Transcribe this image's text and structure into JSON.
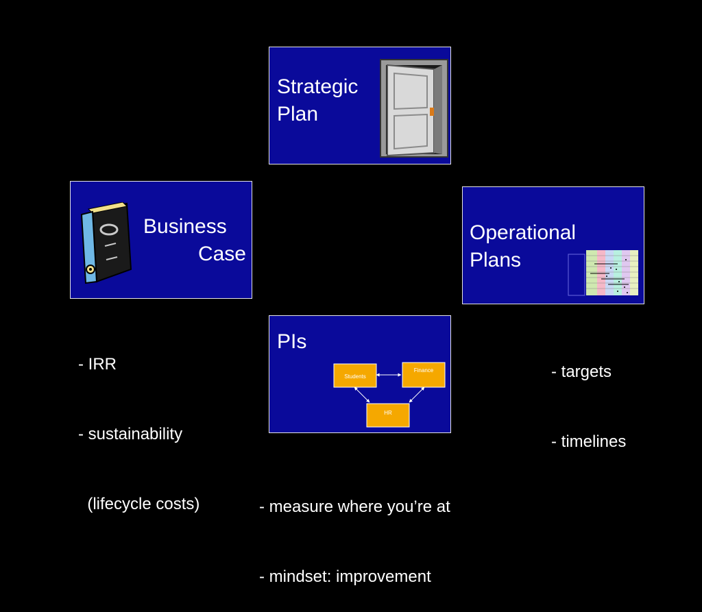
{
  "slide": {
    "background": "#000000",
    "box_fill": "#0a0a9a",
    "box_border": "#e6e6e6"
  },
  "strategic": {
    "title_line1": "Strategic",
    "title_line2": "Plan",
    "icon": "door-icon"
  },
  "business": {
    "title_line1": "Business",
    "title_line2": "Case",
    "icon": "binder-icon"
  },
  "operational": {
    "title_line1": "Operational",
    "title_line2": "Plans",
    "icon": "gantt-chart-icon"
  },
  "pis": {
    "title": "PIs",
    "diagram": {
      "node_students": "Students",
      "node_finance": "Finance",
      "node_hr": "HR",
      "node_color": "#f5a800"
    }
  },
  "notes": {
    "business": [
      "- IRR",
      "- sustainability",
      "  (lifecycle costs)"
    ],
    "operational": [
      "- targets",
      "- timelines"
    ],
    "pis": [
      "- measure where you’re at",
      "- mindset: improvement"
    ]
  }
}
